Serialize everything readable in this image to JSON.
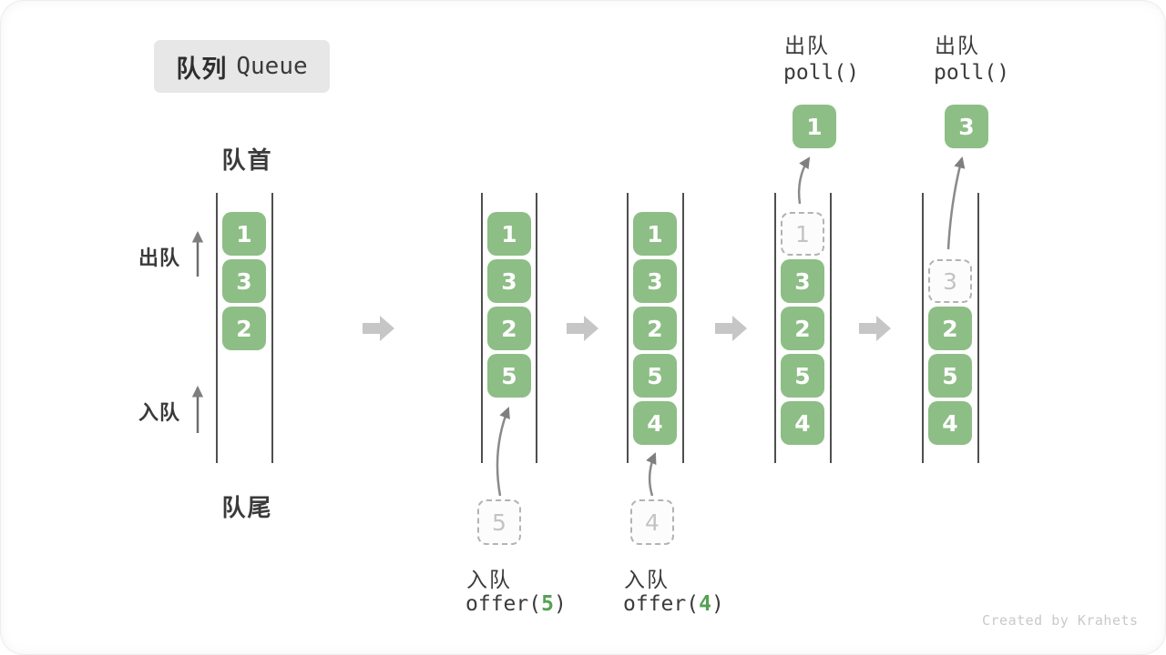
{
  "title": {
    "zh": "队列",
    "en": "Queue"
  },
  "labels": {
    "front": "队首",
    "rear": "队尾",
    "dequeue": "出队",
    "enqueue": "入队"
  },
  "colors": {
    "cell_green": "#8dbe85",
    "code_green": "#55a254",
    "block_arrow_gray": "#c6c6c6",
    "line_arrow_gray": "#8a8a8a",
    "ghost_gray": "#b3b3b3",
    "text_dark": "#3b3b3b",
    "badge_bg": "#e7e7e7"
  },
  "states": [
    {
      "boxes": [
        "1",
        "3",
        "2"
      ]
    },
    {
      "boxes": [
        "1",
        "3",
        "2",
        "5"
      ],
      "incoming": "5",
      "op": {
        "label": "入队",
        "fn": "offer(",
        "arg": "5",
        "close": ")"
      }
    },
    {
      "boxes": [
        "1",
        "3",
        "2",
        "5",
        "4"
      ],
      "incoming": "4",
      "op": {
        "label": "入队",
        "fn": "offer(",
        "arg": "4",
        "close": ")"
      }
    },
    {
      "ghost": "1",
      "boxes": [
        "3",
        "2",
        "5",
        "4"
      ],
      "popped": "1",
      "op": {
        "label": "出队",
        "fn": "poll()"
      }
    },
    {
      "ghost": "3",
      "boxes": [
        "2",
        "5",
        "4"
      ],
      "popped": "3",
      "op": {
        "label": "出队",
        "fn": "poll()"
      }
    }
  ],
  "watermark": "Created by Krahets"
}
